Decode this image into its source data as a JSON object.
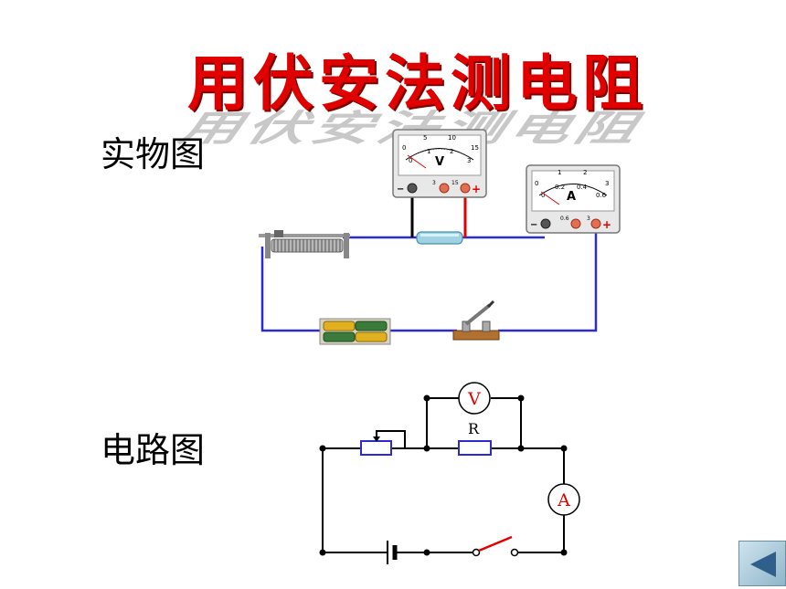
{
  "title": "用伏安法测电阻",
  "labels": {
    "physical": "实物图",
    "circuit": "电路图"
  },
  "voltmeter": {
    "letter": "V",
    "scale_top": [
      "5",
      "10",
      "15"
    ],
    "scale_bottom": [
      "0",
      "1",
      "2",
      "3"
    ],
    "scale_top_left": "0",
    "terminal_values": [
      "3",
      "15"
    ],
    "minus": "−",
    "plus": "+"
  },
  "ammeter": {
    "letter": "A",
    "scale_top": [
      "1",
      "2",
      "3"
    ],
    "scale_bottom": [
      "0",
      "0.2",
      "0.4",
      "0.6"
    ],
    "scale_top_left": "0",
    "terminal_values": [
      "0.6",
      "3"
    ],
    "minus": "−",
    "plus": "+"
  },
  "schematic": {
    "voltmeter_symbol": "V",
    "ammeter_symbol": "A",
    "resistor_label": "R"
  },
  "colors": {
    "title": "#e00000",
    "wire_blue": "#2b2bd6",
    "wire_black": "#000000",
    "wire_red": "#e00000",
    "schematic_red": "#e00000",
    "nav_button": "#9dc0d2"
  },
  "nav": {
    "back_icon": "triangle-left-icon"
  }
}
